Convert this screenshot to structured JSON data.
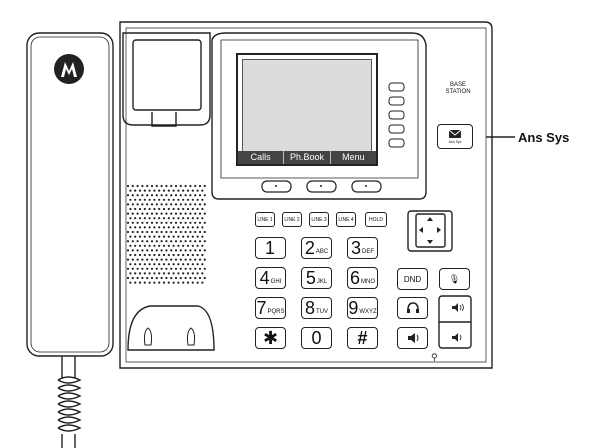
{
  "base": {
    "brand": "motorola",
    "station_label_line1": "BASE",
    "station_label_line2": "STATION",
    "ans_sys_key_label": "Ans Sys",
    "callout": "Ans Sys"
  },
  "softkeys": [
    "Calls",
    "Ph.Book",
    "Menu"
  ],
  "line_keys": [
    "LINE 1",
    "LINE 2",
    "LINE 3",
    "LINE 4",
    "HOLD"
  ],
  "keypad": [
    {
      "digit": "1",
      "letters": ""
    },
    {
      "digit": "2",
      "letters": "ABC"
    },
    {
      "digit": "3",
      "letters": "DEF"
    },
    {
      "digit": "4",
      "letters": "GHI"
    },
    {
      "digit": "5",
      "letters": "JKL"
    },
    {
      "digit": "6",
      "letters": "MNO"
    },
    {
      "digit": "7",
      "letters": "PQRS"
    },
    {
      "digit": "8",
      "letters": "TUV"
    },
    {
      "digit": "9",
      "letters": "WXYZ"
    },
    {
      "digit": "✱",
      "letters": ""
    },
    {
      "digit": "0",
      "letters": ""
    },
    {
      "digit": "#",
      "letters": ""
    }
  ],
  "function_keys": {
    "dnd": "DND"
  },
  "icons": {
    "handset_logo": "motorola-logo-icon",
    "mute": "mute-icon",
    "headset": "headset-icon",
    "speaker": "speakerphone-icon",
    "vol_up": "volume-up-icon",
    "vol_down": "volume-down-icon",
    "nav": "navigation-pad-icon",
    "hac": "hearing-aid-icon",
    "envelope": "envelope-icon"
  }
}
